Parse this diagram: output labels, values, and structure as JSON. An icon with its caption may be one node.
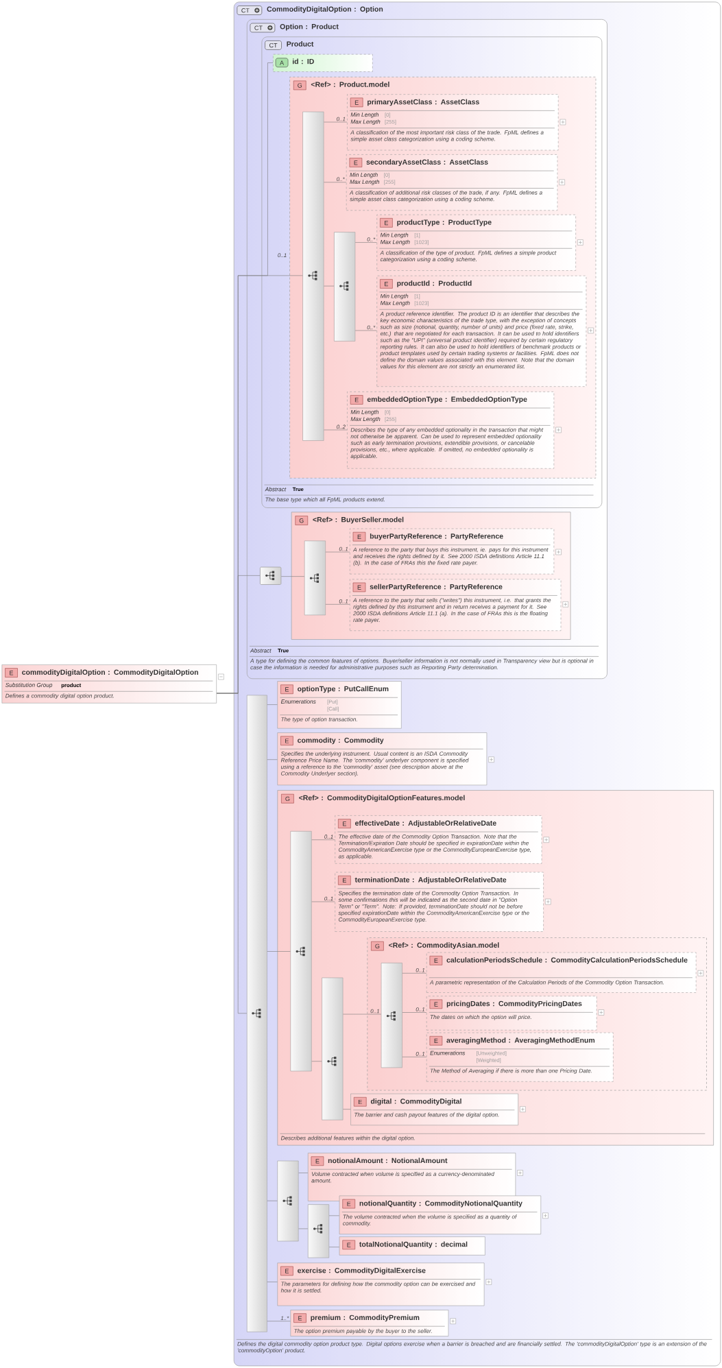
{
  "diagram": {
    "nodes": [
      {
        "text": [
          "E",
          "commodityDigitalOption : CommodityDigitalOption",
          "Substitution Group",
          "product",
          "Defines a commodity digital option product."
        ]
      },
      {
        "text": [
          "CT",
          "CommodityDigitalOption : Option",
          "Defines the digital commodity option product type. Digital options exercise when a barrier is breached and are financially settled. The 'commodityDigitalOption' type is an extension of the 'commodityOption' product."
        ]
      },
      {
        "text": [
          "CT",
          "Option : Product",
          "Abstract",
          "True",
          "A type for defining the common features of options. Buyer/seller information is not normally used in Transparency view but is optional in case the information is needed for administrative purposes such as Reporting Party determination."
        ],
        "in": 1
      },
      {
        "text": [
          "CT",
          "Product",
          "Abstract",
          "True",
          "The base type which all FpML products extend."
        ],
        "in": 2
      },
      {
        "text": [
          "A",
          "id : ID"
        ],
        "in": 3
      },
      {
        "text": [
          "G",
          "<Ref> : Product.model"
        ],
        "in": 3
      },
      {
        "text": [],
        "shape": "bar",
        "in": 5
      },
      {
        "text": [
          "E",
          "primaryAssetClass : AssetClass",
          "Min Length",
          "[0]",
          "Max Length",
          "[255]",
          "A classification of the most important risk class of the trade. FpML defines a simple asset class categorization using a coding scheme."
        ],
        "in": 5
      },
      {
        "text": [
          "E",
          "secondaryAssetClass : AssetClass",
          "Min Length",
          "[0]",
          "Max Length",
          "[255]",
          "A classification of additional risk classes of the trade, if any. FpML defines a simple asset class categorization using a coding scheme."
        ],
        "in": 5
      },
      {
        "text": [],
        "shape": "bar",
        "in": 5
      },
      {
        "text": [
          "E",
          "productType : ProductType",
          "Min Length",
          "[1]",
          "Max Length",
          "[1023]",
          "A classification of the type of product. FpML defines a simple product categorization using a coding scheme."
        ],
        "in": 5
      },
      {
        "text": [
          "E",
          "productId : ProductId",
          "Min Length",
          "[1]",
          "Max Length",
          "[1023]",
          "A product reference identifier. The product ID is an identifier that describes the key economic characteristics of the trade type, with the exception of concepts such as size (notional, quantity, number of units) and price (fixed rate, strike, etc.) that are negotiated for each transaction. It can be used to hold identifiers such as the \"UPI\" (universal product identifier) required by certain regulatory reporting rules. It can also be used to hold identifiers of benchmark products or product templates used by certain trading systems or facilities. FpML does not define the domain values associated with this element. Note that the domain values for this element are not strictly an enumerated list."
        ],
        "in": 5
      },
      {
        "text": [
          "E",
          "embeddedOptionType : EmbeddedOptionType",
          "Min Length",
          "[0]",
          "Max Length",
          "[255]",
          "Describes the type of any embedded optionality in the transaction that might not otherwise be apparent. Can be used to represent embedded optionality such as early termination provisions, extendible provisions, or cancelable provisions, etc., where applicable. If omitted, no embedded optionality is applicable."
        ],
        "in": 5
      },
      {
        "text": [],
        "shape": "box",
        "in": 2
      },
      {
        "text": [
          "G",
          "<Ref> : BuyerSeller.model"
        ],
        "in": 2
      },
      {
        "text": [],
        "shape": "bar",
        "in": 14
      },
      {
        "text": [
          "E",
          "buyerPartyReference : PartyReference",
          "A reference to the party that buys this instrument, ie. pays for this instrument and receives the rights defined by it. See 2000 ISDA definitions Article 11.1 (b). In the case of FRAs this the fixed rate payer."
        ],
        "in": 14
      },
      {
        "text": [
          "E",
          "sellerPartyReference : PartyReference",
          "A reference to the party that sells (\"writes\") this instrument, i.e. that grants the rights defined by this instrument and in return receives a payment for it. See 2000 ISDA definitions Article 11.1 (a). In the case of FRAs this is the floating rate payer."
        ],
        "in": 14
      },
      {
        "text": [],
        "shape": "bar",
        "in": 1
      },
      {
        "text": [
          "E",
          "optionType : PutCallEnum",
          "Enumerations",
          "[Put]",
          "[Call]",
          "The type of option transaction."
        ],
        "in": 1
      },
      {
        "text": [
          "E",
          "commodity : Commodity",
          "Specifies the underlying instrument. Usual content is an ISDA Commodity Reference Price Name. The 'commodity' underlyer component is specified using a reference to the 'commodity' asset (see description above at the Commodity Underlyer section)."
        ],
        "in": 1
      },
      {
        "text": [
          "G",
          "<Ref> : CommodityDigitalOptionFeatures.model",
          "Describes additional features within the digital option."
        ],
        "in": 1
      },
      {
        "text": [],
        "shape": "bar",
        "in": 21
      },
      {
        "text": [
          "E",
          "effectiveDate : AdjustableOrRelativeDate",
          "The effective date of the Commodity Option Transaction. Note that the Termination/Expiration Date should be specified in expirationDate within the CommodityAmericanExercise type or the CommodityEuropeanExercise type, as applicable."
        ],
        "in": 21
      },
      {
        "text": [
          "E",
          "terminationDate : AdjustableOrRelativeDate",
          "Specifies the termination date of the Commodity Option Transaction. In some confirmations this will be indicated as the second date in \"Option Term\" or \"Term\". Note: If provided, terminationDate should not be before specified expirationDate within the CommodityAmericanExercise type or the CommodityEuropeanExercise type."
        ],
        "in": 21
      },
      {
        "text": [],
        "shape": "bar",
        "in": 21
      },
      {
        "text": [
          "G",
          "<Ref> : CommodityAsian.model"
        ],
        "in": 21
      },
      {
        "text": [],
        "shape": "bar",
        "in": 26
      },
      {
        "text": [
          "E",
          "calculationPeriodsSchedule : CommodityCalculationPeriodsSchedule",
          "A parametric representation of the Calculation Periods of the Commodity Option Transaction."
        ],
        "in": 26
      },
      {
        "text": [
          "E",
          "pricingDates : CommodityPricingDates",
          "The dates on which the option will price."
        ],
        "in": 26
      },
      {
        "text": [
          "E",
          "averagingMethod : AveragingMethodEnum",
          "Enumerations",
          "[Unweighted]",
          "[Weighted]",
          "The Method of Averaging if there is more than one Pricing Date."
        ],
        "in": 26
      },
      {
        "text": [
          "E",
          "digital : CommodityDigital",
          "The barrier and cash payout features of the digital option."
        ],
        "in": 21
      },
      {
        "text": [],
        "shape": "bar",
        "in": 1
      },
      {
        "text": [
          "E",
          "notionalAmount : NotionalAmount",
          "Volume contracted when volume is specified as a currency-denominated amount."
        ],
        "in": 1
      },
      {
        "text": [],
        "shape": "bar",
        "in": 1
      },
      {
        "text": [
          "E",
          "notionalQuantity : CommodityNotionalQuantity",
          "The volume contracted when the volume is specified as a quantity of commodity."
        ],
        "in": 1
      },
      {
        "text": [
          "E",
          "totalNotionalQuantity : decimal"
        ],
        "in": 1
      },
      {
        "text": [
          "E",
          "exercise : CommodityDigitalExercise",
          "The parameters for defining how the commodity option can be exercised and how it is settled."
        ],
        "in": 1
      },
      {
        "text": [
          "E",
          "premium : CommodityPremium",
          "The option premium payable by the buyer to the seller."
        ],
        "in": 1
      }
    ],
    "edges": [
      {
        "from": 0,
        "to": 4,
        "arrow": "none"
      },
      {
        "from": 0,
        "to": 6,
        "arrow": "none",
        "label": "0..1"
      },
      {
        "from": 0,
        "to": 13,
        "arrow": "none"
      },
      {
        "from": 0,
        "to": 18,
        "arrow": "none"
      },
      {
        "from": 6,
        "to": 7,
        "arrow": "none",
        "label": "0..1"
      },
      {
        "from": 6,
        "to": 8,
        "arrow": "none",
        "label": "0..*"
      },
      {
        "from": 6,
        "to": 9,
        "arrow": "none"
      },
      {
        "from": 9,
        "to": 10,
        "arrow": "none",
        "label": "0..*"
      },
      {
        "from": 9,
        "to": 11,
        "arrow": "none",
        "label": "0..*"
      },
      {
        "from": 6,
        "to": 12,
        "arrow": "none",
        "label": "0..2"
      },
      {
        "from": 13,
        "to": 15,
        "arrow": "none"
      },
      {
        "from": 15,
        "to": 16,
        "arrow": "none",
        "label": "0..1"
      },
      {
        "from": 15,
        "to": 17,
        "arrow": "none",
        "label": "0..1"
      },
      {
        "from": 18,
        "to": 19,
        "arrow": "none"
      },
      {
        "from": 18,
        "to": 20,
        "arrow": "none"
      },
      {
        "from": 18,
        "to": 22,
        "arrow": "none"
      },
      {
        "from": 22,
        "to": 23,
        "arrow": "none",
        "label": "0..1"
      },
      {
        "from": 22,
        "to": 24,
        "arrow": "none",
        "label": "0..1"
      },
      {
        "from": 22,
        "to": 25,
        "arrow": "none"
      },
      {
        "from": 25,
        "to": 27,
        "arrow": "none",
        "label": "0..1"
      },
      {
        "from": 27,
        "to": 28,
        "arrow": "none",
        "label": "0..1"
      },
      {
        "from": 27,
        "to": 29,
        "arrow": "none",
        "label": "0..1"
      },
      {
        "from": 27,
        "to": 30,
        "arrow": "none",
        "label": "0..1"
      },
      {
        "from": 25,
        "to": 31,
        "arrow": "none"
      },
      {
        "from": 18,
        "to": 32,
        "arrow": "none"
      },
      {
        "from": 32,
        "to": 33,
        "arrow": "none"
      },
      {
        "from": 32,
        "to": 34,
        "arrow": "none"
      },
      {
        "from": 34,
        "to": 35,
        "arrow": "none"
      },
      {
        "from": 34,
        "to": 36,
        "arrow": "none"
      },
      {
        "from": 18,
        "to": 37,
        "arrow": "none"
      },
      {
        "from": 18,
        "to": 38,
        "arrow": "none",
        "label": "1..*"
      }
    ]
  }
}
